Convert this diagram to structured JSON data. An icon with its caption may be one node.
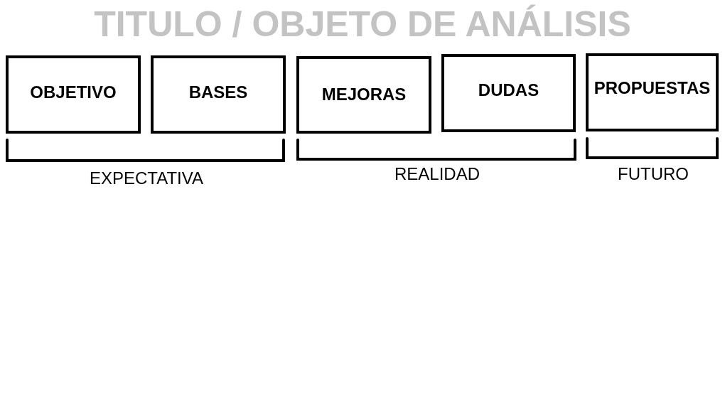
{
  "diagram": {
    "title": "TITULO / OBJETO DE ANÁLISIS",
    "nodes": [
      {
        "text": [
          "OBJETIVO"
        ]
      },
      {
        "text": [
          "BASES"
        ]
      },
      {
        "text": [
          "MEJORAS"
        ]
      },
      {
        "text": [
          "DUDAS"
        ]
      },
      {
        "text": [
          "PROPUESTAS"
        ]
      }
    ],
    "labels": [
      "EXPECTATIVA",
      "REALIDAD",
      "FUTURO"
    ]
  }
}
